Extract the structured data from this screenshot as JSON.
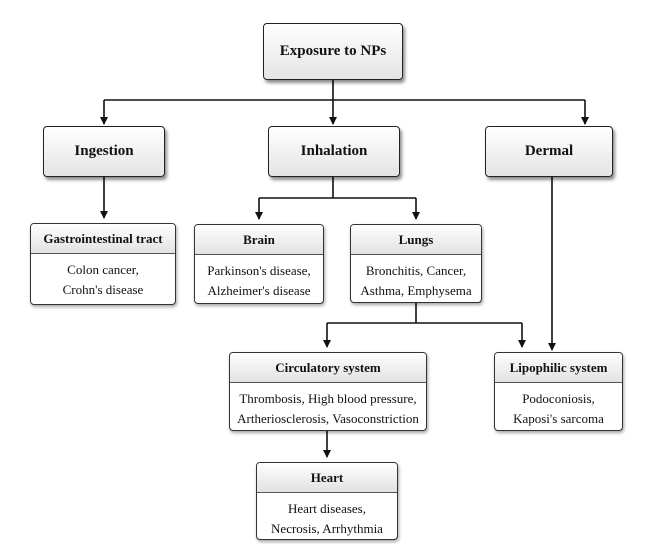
{
  "root": {
    "label": "Exposure to NPs"
  },
  "routes": [
    {
      "label": "Ingestion"
    },
    {
      "label": "Inhalation"
    },
    {
      "label": "Dermal"
    }
  ],
  "cards": {
    "gi": {
      "title": "Gastrointestinal tract",
      "lines": [
        "Colon cancer,",
        "Crohn's disease"
      ]
    },
    "brain": {
      "title": "Brain",
      "lines": [
        "Parkinson's disease,",
        "Alzheimer's disease"
      ]
    },
    "lungs": {
      "title": "Lungs",
      "lines": [
        "Bronchitis, Cancer,",
        "Asthma, Emphysema"
      ]
    },
    "circ": {
      "title": "Circulatory system",
      "lines": [
        "Thrombosis, High blood pressure,",
        "Artheriosclerosis, Vasoconstriction"
      ]
    },
    "lipo": {
      "title": "Lipophilic system",
      "lines": [
        "Podoconiosis,",
        "Kaposi's sarcoma"
      ]
    },
    "heart": {
      "title": "Heart",
      "lines": [
        "Heart diseases,",
        "Necrosis, Arrhythmia"
      ]
    }
  }
}
